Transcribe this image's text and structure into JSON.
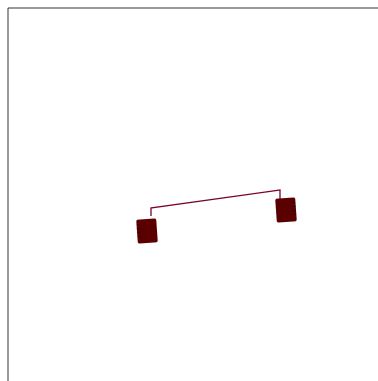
{
  "scene": {
    "background_color": "#ffffff",
    "frame_color": "#333333",
    "tether_color": "#7a0033",
    "body_color": "#5a0000",
    "body_stripe_color": "#3a0000",
    "bodies": [
      {
        "name": "left-block",
        "icon": "segmented-block"
      },
      {
        "name": "right-block",
        "icon": "segmented-block"
      }
    ]
  }
}
